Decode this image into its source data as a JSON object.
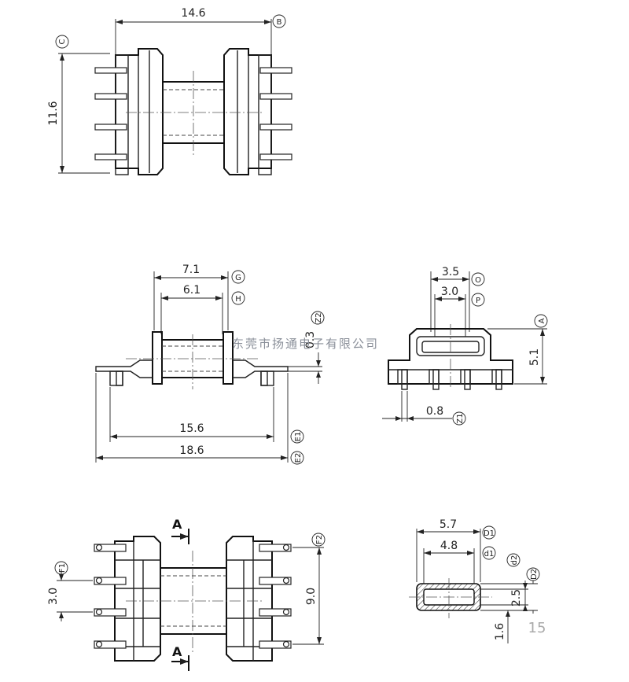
{
  "watermark": "东莞市扬通电子有限公司",
  "page_number": "15",
  "section_label": "A",
  "top_view": {
    "width_dim": "14.6",
    "width_tag": "B",
    "height_dim": "11.6",
    "height_tag": "C"
  },
  "side_view": {
    "dim_g": "7.1",
    "tag_g": "G",
    "dim_h": "6.1",
    "tag_h": "H",
    "dim_z2": "0.3",
    "tag_z2": "Z2",
    "dim_e1": "15.6",
    "tag_e1": "E1",
    "dim_e2": "18.6",
    "tag_e2": "E2"
  },
  "end_view": {
    "dim_o": "3.5",
    "tag_o": "O",
    "dim_p": "3.0",
    "tag_p": "P",
    "dim_a": "5.1",
    "tag_a": "A",
    "dim_z1": "0.8",
    "tag_z1": "Z1"
  },
  "bottom_view": {
    "dim_f1": "3.0",
    "tag_f1": "F1",
    "dim_f2": "9.0",
    "tag_f2": "F2"
  },
  "section_view": {
    "dim_d1_upper": "5.7",
    "tag_d1_upper": "D1",
    "dim_d1_lower": "4.8",
    "tag_d1_lower": "d1",
    "tag_d2_lower": "d2",
    "tag_d2_upper": "D2",
    "dim_d2": "2.5",
    "dim_wall": "1.6"
  }
}
